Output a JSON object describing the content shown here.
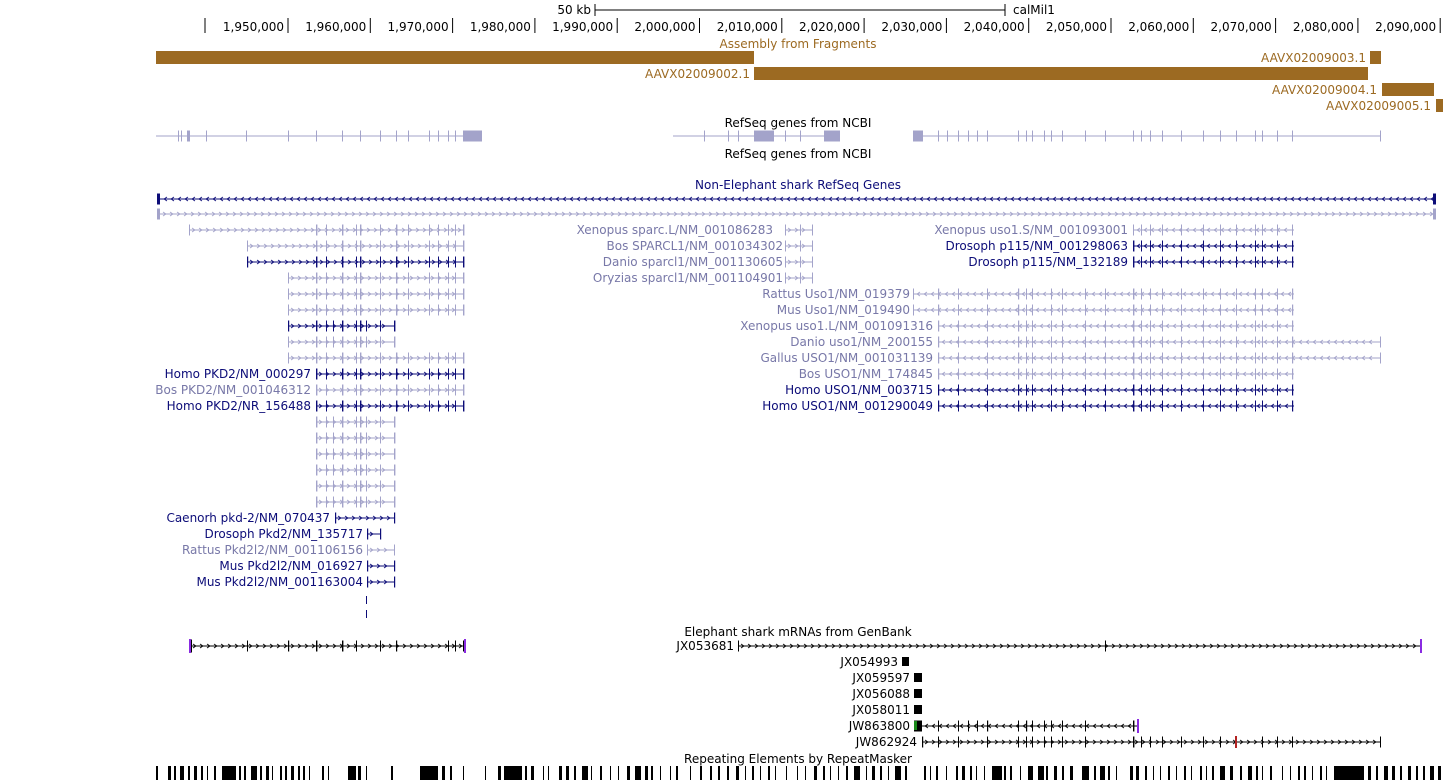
{
  "scale_bar": {
    "label": "50 kb",
    "assembly": "calMil1"
  },
  "ruler": {
    "ticks": [
      "1,950,000",
      "1,960,000",
      "1,970,000",
      "1,980,000",
      "1,990,000",
      "2,000,000",
      "2,010,000",
      "2,020,000",
      "2,030,000",
      "2,040,000",
      "2,050,000",
      "2,060,000",
      "2,070,000",
      "2,080,000",
      "2,090,000"
    ]
  },
  "colors": {
    "gold": "#9c6a22",
    "light": "#a3a3ca",
    "refseq_dark": "#0c0c78",
    "refseq_light": "#7878a8",
    "black": "#000000",
    "purple": "#8a2be2",
    "green": "#1a8a1a",
    "red": "#b22222"
  },
  "tracks": {
    "assembly": {
      "title": "Assembly from Fragments",
      "items": [
        {
          "label": "AAVX02009003.1"
        },
        {
          "label": "AAVX02009002.1"
        },
        {
          "label": "AAVX02009004.1"
        },
        {
          "label": "AAVX02009005.1"
        }
      ]
    },
    "refseq_ncbi": {
      "title": "RefSeq genes from NCBI",
      "title2": "RefSeq genes from NCBI"
    },
    "nonelephant": {
      "title": "Non-Elephant shark RefSeq Genes",
      "labels": [
        {
          "text": "Xenopus sparc.L/NM_001086283",
          "shade": "light"
        },
        {
          "text": "Bos SPARCL1/NM_001034302",
          "shade": "light"
        },
        {
          "text": "Danio sparcl1/NM_001130605",
          "shade": "light"
        },
        {
          "text": "Oryzias sparcl1/NM_001104901",
          "shade": "light"
        },
        {
          "text": "Xenopus uso1.S/NM_001093001",
          "shade": "light"
        },
        {
          "text": "Drosoph p115/NM_001298063",
          "shade": "dark"
        },
        {
          "text": "Drosoph p115/NM_132189",
          "shade": "dark"
        },
        {
          "text": "Rattus Uso1/NM_019379",
          "shade": "light"
        },
        {
          "text": "Mus Uso1/NM_019490",
          "shade": "light"
        },
        {
          "text": "Xenopus uso1.L/NM_001091316",
          "shade": "light"
        },
        {
          "text": "Danio uso1/NM_200155",
          "shade": "light"
        },
        {
          "text": "Gallus USO1/NM_001031139",
          "shade": "light"
        },
        {
          "text": "Bos USO1/NM_174845",
          "shade": "light"
        },
        {
          "text": "Homo USO1/NM_003715",
          "shade": "dark"
        },
        {
          "text": "Homo USO1/NM_001290049",
          "shade": "dark"
        },
        {
          "text": "Homo PKD2/NM_000297",
          "shade": "dark"
        },
        {
          "text": "Bos PKD2/NM_001046312",
          "shade": "light"
        },
        {
          "text": "Homo PKD2/NR_156488",
          "shade": "dark"
        },
        {
          "text": "Caenorh pkd-2/NM_070437",
          "shade": "dark"
        },
        {
          "text": "Drosoph Pkd2/NM_135717",
          "shade": "dark"
        },
        {
          "text": "Rattus Pkd2l2/NM_001106156",
          "shade": "light"
        },
        {
          "text": "Mus Pkd2l2/NM_016927",
          "shade": "dark"
        },
        {
          "text": "Mus Pkd2l2/NM_001163004",
          "shade": "dark"
        }
      ]
    },
    "mrna": {
      "title": "Elephant shark mRNAs from GenBank",
      "labels": [
        "JX053681",
        "JX054993",
        "JX059597",
        "JX056088",
        "JX058011",
        "JW863800",
        "JW862924"
      ]
    },
    "repeats": {
      "title": "Repeating Elements by RepeatMasker"
    }
  }
}
